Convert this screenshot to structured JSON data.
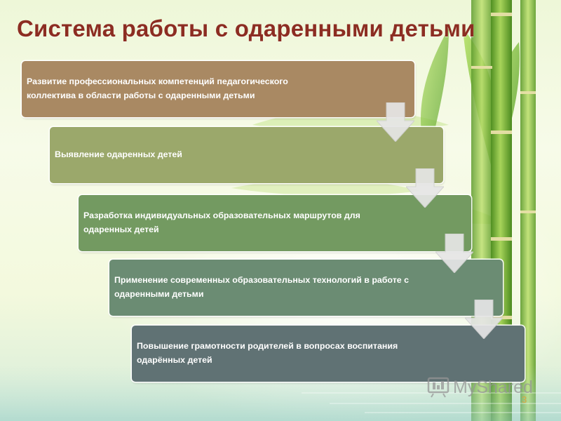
{
  "title": "Система работы с одаренными детьми",
  "steps": [
    {
      "text": "Развитие профессиональных компетенций педагогического коллектива в области работы с одаренными детьми",
      "color": "#a98963"
    },
    {
      "text": "Выявление одаренных детей",
      "color": "#9ba86b"
    },
    {
      "text": "Разработка индивидуальных образовательных маршрутов для одаренных детей",
      "color": "#739a61"
    },
    {
      "text": "Применение современных образовательных технологий в работе с одаренными детьми",
      "color": "#6b8c73"
    },
    {
      "text": "Повышение грамотности родителей в вопросах воспитания одарённых детей",
      "color": "#607274"
    }
  ],
  "watermark": "MyShared",
  "page_number": "3",
  "colors": {
    "title": "#8c2d22",
    "arrow": "#e6e6e6",
    "bamboo": "#7fb83c"
  },
  "icons": {
    "arrow": "down-arrow-icon",
    "logo": "myshared-logo-icon"
  }
}
